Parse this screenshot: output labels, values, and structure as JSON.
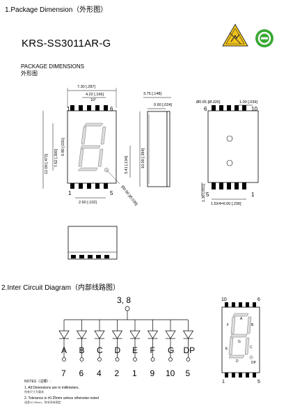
{
  "header": {
    "section1_title": "1.Package Dimension（外形图）",
    "model": "KRS-SS3011AR-G",
    "pkg_title_en": "PACKAGE DIMENSIONS",
    "pkg_title_cn": "外形图",
    "section2_title": "2.Inter Circuit Diagram（内部线路图）"
  },
  "front_view": {
    "width_label": "7.30 [.287]",
    "inner_width_label": "4.22 [.166]",
    "angle_label": "10°",
    "pin_left_top": "10",
    "pin_right_top": "6",
    "pin_left_bottom": "1",
    "pin_right_bottom": "5",
    "height_outer": "12.00 [.472]",
    "height_digit": "7.62 [.300]",
    "seg_width": "0.80 [.031]",
    "half_height": "3.41 [.134]",
    "dp_dia": "Ø0.90 [Ø.035]",
    "pin_offset": "2.60 [.102]"
  },
  "side_view": {
    "depth": "3.75 [.148]",
    "lead": "0.60 [.024]",
    "height": "10.00 [.394]"
  },
  "back_view": {
    "hole": "Ø0.65 [Ø.026]",
    "pitch_top": "1.00 [.039]",
    "pin_6": "6",
    "pin_10": "10",
    "pin_5": "5",
    "pin_1": "1",
    "lead_height": "1.30 [.051]",
    "pitch_total": "1.5X4=6.00 [.236]"
  },
  "circuit": {
    "common_label": "3, 8",
    "segments": [
      "A",
      "B",
      "C",
      "D",
      "E",
      "F",
      "G",
      "DP"
    ],
    "pins": [
      "7",
      "6",
      "4",
      "2",
      "1",
      "9",
      "10",
      "5"
    ]
  },
  "pinout": {
    "pin_top_left": "10",
    "pin_top_right": "6",
    "pin_bottom_left": "1",
    "pin_bottom_right": "5",
    "labels": [
      "A",
      "B",
      "C",
      "D",
      "E",
      "F",
      "G",
      "DP"
    ]
  },
  "notes": {
    "title": "NOTES（注释）:",
    "n1": "1. All Dimensions are in millimeters.",
    "n1_cn": "所有尺寸为毫米",
    "n2": "2. Tolerance is ±0.25mm unless otherwise noted",
    "n2_cn": "误差±0.25mm，除非另有规定"
  },
  "colors": {
    "line": "#000000",
    "grey_fill": "#dddddd",
    "esd_yellow": "#f2c318",
    "rohs_green": "#3ba935"
  }
}
